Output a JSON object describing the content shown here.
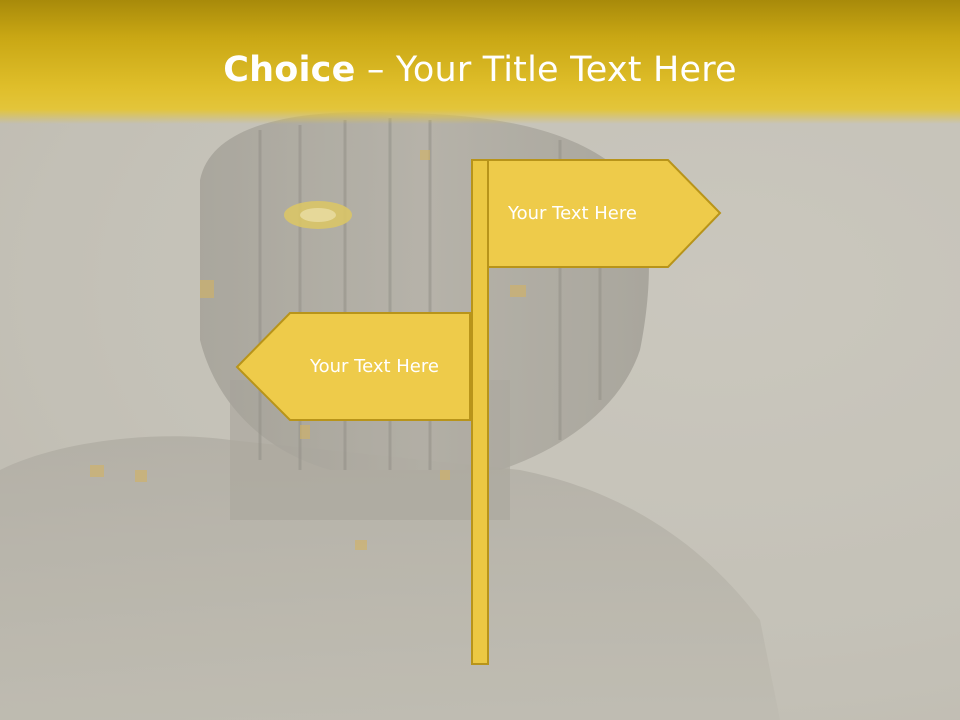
{
  "slide": {
    "title_bold": "Choice",
    "title_rest": " – Your Title Text Here"
  },
  "signpost": {
    "right_sign_text": "Your Text Here",
    "left_sign_text": "Your Text Here"
  },
  "colors": {
    "header": "#dfbe2a",
    "sign_fill": "#eecb4a",
    "sign_stroke": "#b8941a",
    "pole_fill": "#ecc843",
    "background": "#c6c3b9"
  }
}
